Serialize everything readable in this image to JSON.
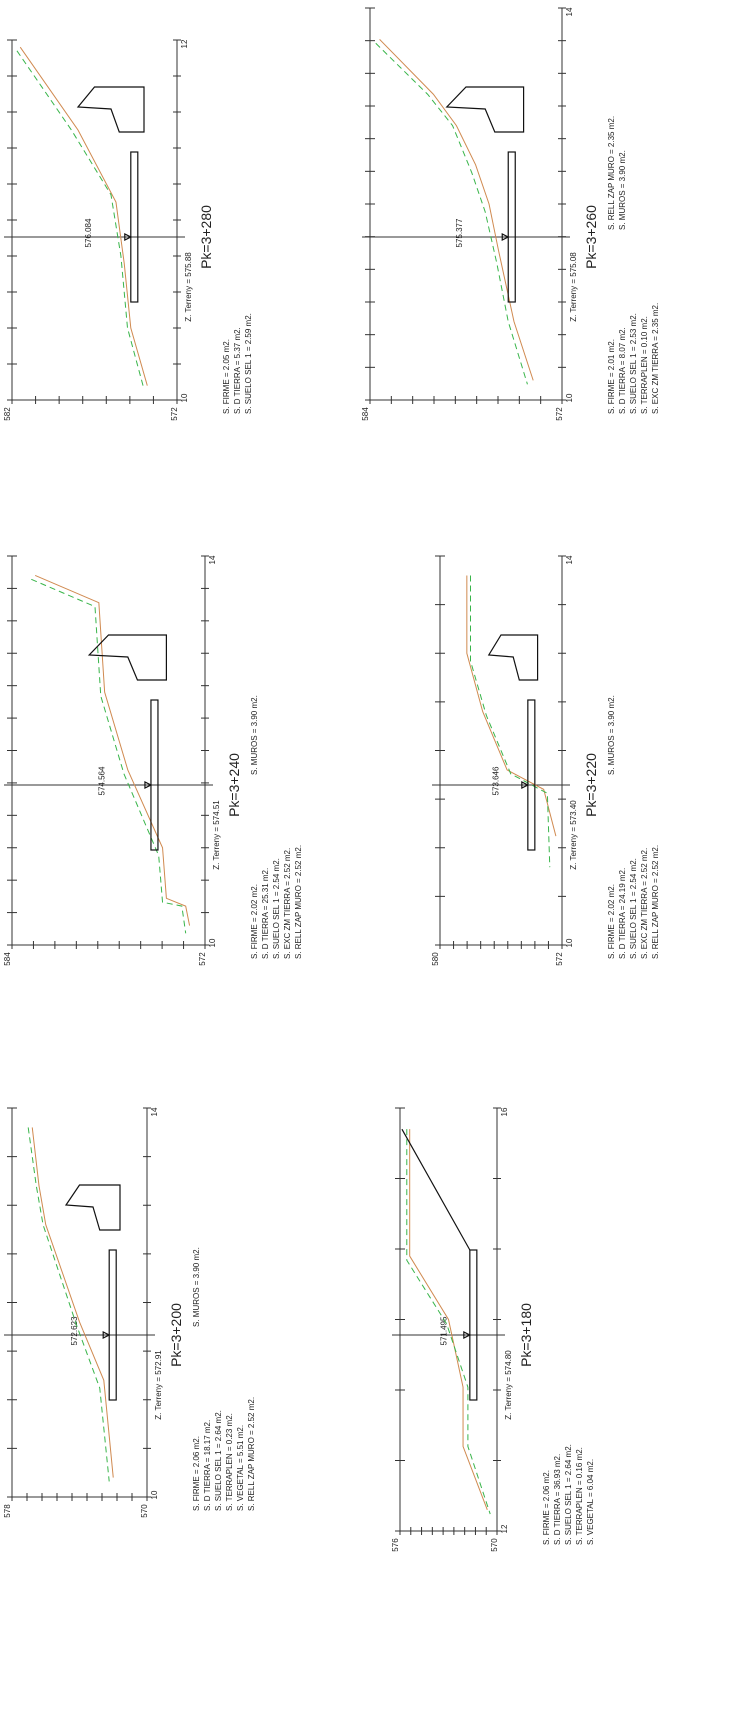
{
  "sections": [
    {
      "id": "pk-3280",
      "pk": "Pk=3+280",
      "z_terreny": "Z. Terreny = 575.88",
      "rasante": "576.084",
      "y_min": "572",
      "y_max": "582",
      "x_min": "10",
      "x_max": "12",
      "areas": [
        "S. FIRME =    2.05 m2.",
        "S. D TIERRA =    5.37 m2.",
        "S. SUELO SEL 1 =    2.59 m2."
      ],
      "areas_2": []
    },
    {
      "id": "pk-3260",
      "pk": "Pk=3+260",
      "z_terreny": "Z. Terreny = 575.08",
      "rasante": "575.377",
      "y_min": "572",
      "y_max": "584",
      "x_min": "10",
      "x_max": "14",
      "areas": [
        "S. FIRME =    2.01 m2.",
        "S. D TIERRA =    8.07 m2.",
        "S. SUELO SEL 1 =    2.53 m2.",
        "S. TERRAPLEN =    0.10 m2.",
        "S. EXC ZM TIERRA =    2.35 m2."
      ],
      "areas_2": [
        "S. RELL ZAP MURO =    2.35 m2.",
        "S. MUROS =    3.90 m2."
      ]
    },
    {
      "id": "pk-3240",
      "pk": "Pk=3+240",
      "z_terreny": "Z. Terreny = 574.51",
      "rasante": "574.564",
      "y_min": "572",
      "y_max": "584",
      "x_min": "10",
      "x_max": "14",
      "areas": [
        "S. FIRME =    2.02 m2.",
        "S. D TIERRA =   25.31 m2.",
        "S. SUELO SEL 1 =    2.54 m2.",
        "S. EXC ZM TIERRA =    2.52 m2.",
        "S. RELL ZAP MURO =    2.52 m2."
      ],
      "areas_2": [
        "S. MUROS =    3.90 m2."
      ]
    },
    {
      "id": "pk-3220",
      "pk": "Pk=3+220",
      "z_terreny": "Z. Terreny = 573.40",
      "rasante": "573.646",
      "y_min": "572",
      "y_max": "580",
      "x_min": "10",
      "x_max": "14",
      "areas": [
        "S. FIRME =    2.02 m2.",
        "S. D TIERRA =   24.19 m2.",
        "S. SUELO SEL 1 =    2.54 m2.",
        "S. EXC ZM TIERRA =    2.52 m2.",
        "S. RELL ZAP MURO =    2.52 m2."
      ],
      "areas_2": [
        "S. MUROS =    3.90 m2."
      ]
    },
    {
      "id": "pk-3200",
      "pk": "Pk=3+200",
      "z_terreny": "Z. Terreny = 572.91",
      "rasante": "572.623",
      "y_min": "570",
      "y_max": "578",
      "x_min": "10",
      "x_max": "14",
      "areas": [
        "S. FIRME =    2.06 m2.",
        "S. D TIERRA =   18.17 m2.",
        "S. SUELO SEL 1 =    2.64 m2.",
        "S. TERRAPLEN =    0.23 m2.",
        "S. VEGETAL =    5.51 m2.",
        "S. RELL ZAP MURO =    2.52 m2."
      ],
      "areas_2": [
        "S. MUROS =    3.90 m2."
      ]
    },
    {
      "id": "pk-3180",
      "pk": "Pk=3+180",
      "z_terreny": "Z. Terreny = 574.80",
      "rasante": "571.495",
      "y_min": "570",
      "y_max": "576",
      "x_min": "12",
      "x_max": "16",
      "areas": [
        "S. FIRME =    2.06 m2.",
        "S. D TIERRA =   36.93 m2.",
        "S. SUELO SEL 1 =    2.64 m2.",
        "S. TERRAPLEN =    0.16 m2.",
        "S. VEGETAL =    6.04 m2."
      ],
      "areas_2": []
    }
  ],
  "colors": {
    "terrain": "#d08a50",
    "subgrade": "#39b54a",
    "structure": "#111111"
  }
}
